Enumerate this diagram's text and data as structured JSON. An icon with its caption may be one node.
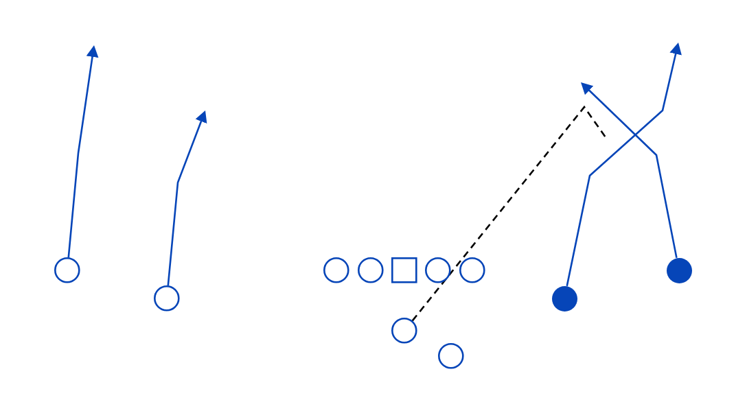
{
  "diagram": {
    "nodes": [
      {
        "text": [],
        "shape": "circle"
      },
      {
        "text": [],
        "shape": "circle"
      },
      {
        "text": [],
        "shape": "circle"
      },
      {
        "text": [],
        "shape": "circle"
      },
      {
        "text": [],
        "shape": "box"
      },
      {
        "text": [],
        "shape": "circle"
      },
      {
        "text": [],
        "shape": "circle"
      },
      {
        "text": [],
        "shape": "circle"
      },
      {
        "text": [],
        "shape": "circle"
      },
      {
        "text": [],
        "shape": "dot"
      },
      {
        "text": [],
        "shape": "dot"
      }
    ],
    "edges": [
      {
        "from": 0,
        "to": null,
        "arrow": "to"
      },
      {
        "from": 1,
        "to": null,
        "arrow": "to"
      },
      {
        "from": 5,
        "to": null,
        "arrow": "none",
        "style": "dashed",
        "color": "#000000"
      },
      {
        "from": 9,
        "to": null,
        "arrow": "to"
      },
      {
        "from": 10,
        "to": null,
        "arrow": "to"
      }
    ]
  }
}
